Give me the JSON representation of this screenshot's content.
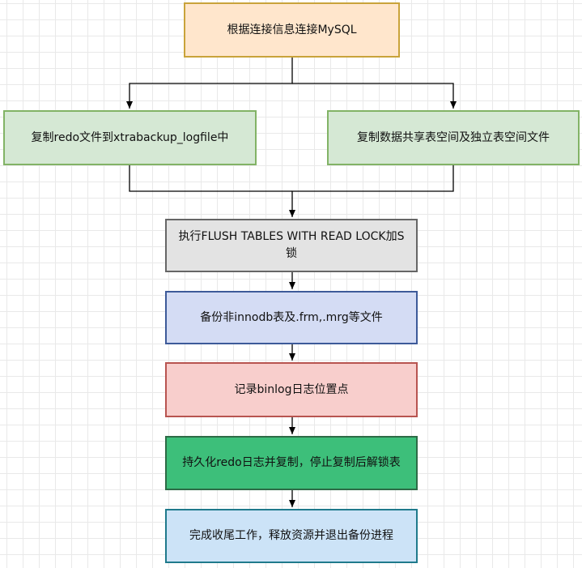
{
  "nodes": {
    "connect_mysql": "根据连接信息连接MySQL",
    "copy_redo": "复制redo文件到xtrabackup_logfile中",
    "copy_tablespace": "复制数据共享表空间及独立表空间文件",
    "flush_tables": "执行FLUSH TABLES WITH READ LOCK加S锁",
    "backup_non_innodb": "备份非innodb表及.frm,.mrg等文件",
    "record_binlog": "记录binlog日志位置点",
    "persist_redo": "持久化redo日志并复制，停止复制后解锁表",
    "finish": "完成收尾工作，释放资源并退出备份进程"
  },
  "colors": {
    "connect_mysql": "#ffe6cc",
    "copy": "#d5e8d4",
    "flush_tables": "#e3e3e3",
    "backup_non_innodb": "#d4dcf4",
    "record_binlog": "#f8cecc",
    "persist_redo": "#3dbf7a",
    "finish": "#cce3f7"
  }
}
